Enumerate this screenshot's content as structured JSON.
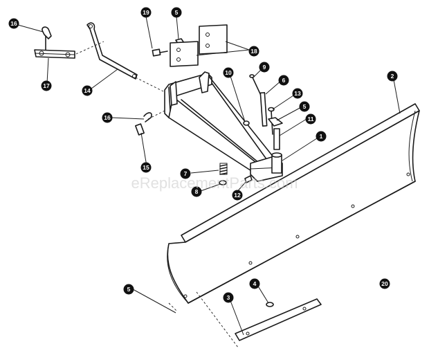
{
  "watermark": "eReplacementParts.com",
  "callouts": [
    {
      "id": "16a",
      "label": "16"
    },
    {
      "id": "17",
      "label": "17"
    },
    {
      "id": "14",
      "label": "14"
    },
    {
      "id": "19",
      "label": "19"
    },
    {
      "id": "5a",
      "label": "5"
    },
    {
      "id": "18",
      "label": "18"
    },
    {
      "id": "10",
      "label": "10"
    },
    {
      "id": "9",
      "label": "9"
    },
    {
      "id": "6",
      "label": "6"
    },
    {
      "id": "13",
      "label": "13"
    },
    {
      "id": "5b",
      "label": "5"
    },
    {
      "id": "11",
      "label": "11"
    },
    {
      "id": "1",
      "label": "1"
    },
    {
      "id": "2",
      "label": "2"
    },
    {
      "id": "16b",
      "label": "16"
    },
    {
      "id": "15",
      "label": "15"
    },
    {
      "id": "7",
      "label": "7"
    },
    {
      "id": "8",
      "label": "8"
    },
    {
      "id": "12",
      "label": "12"
    },
    {
      "id": "5c",
      "label": "5"
    },
    {
      "id": "4",
      "label": "4"
    },
    {
      "id": "3",
      "label": "3"
    },
    {
      "id": "20",
      "label": "20"
    }
  ]
}
